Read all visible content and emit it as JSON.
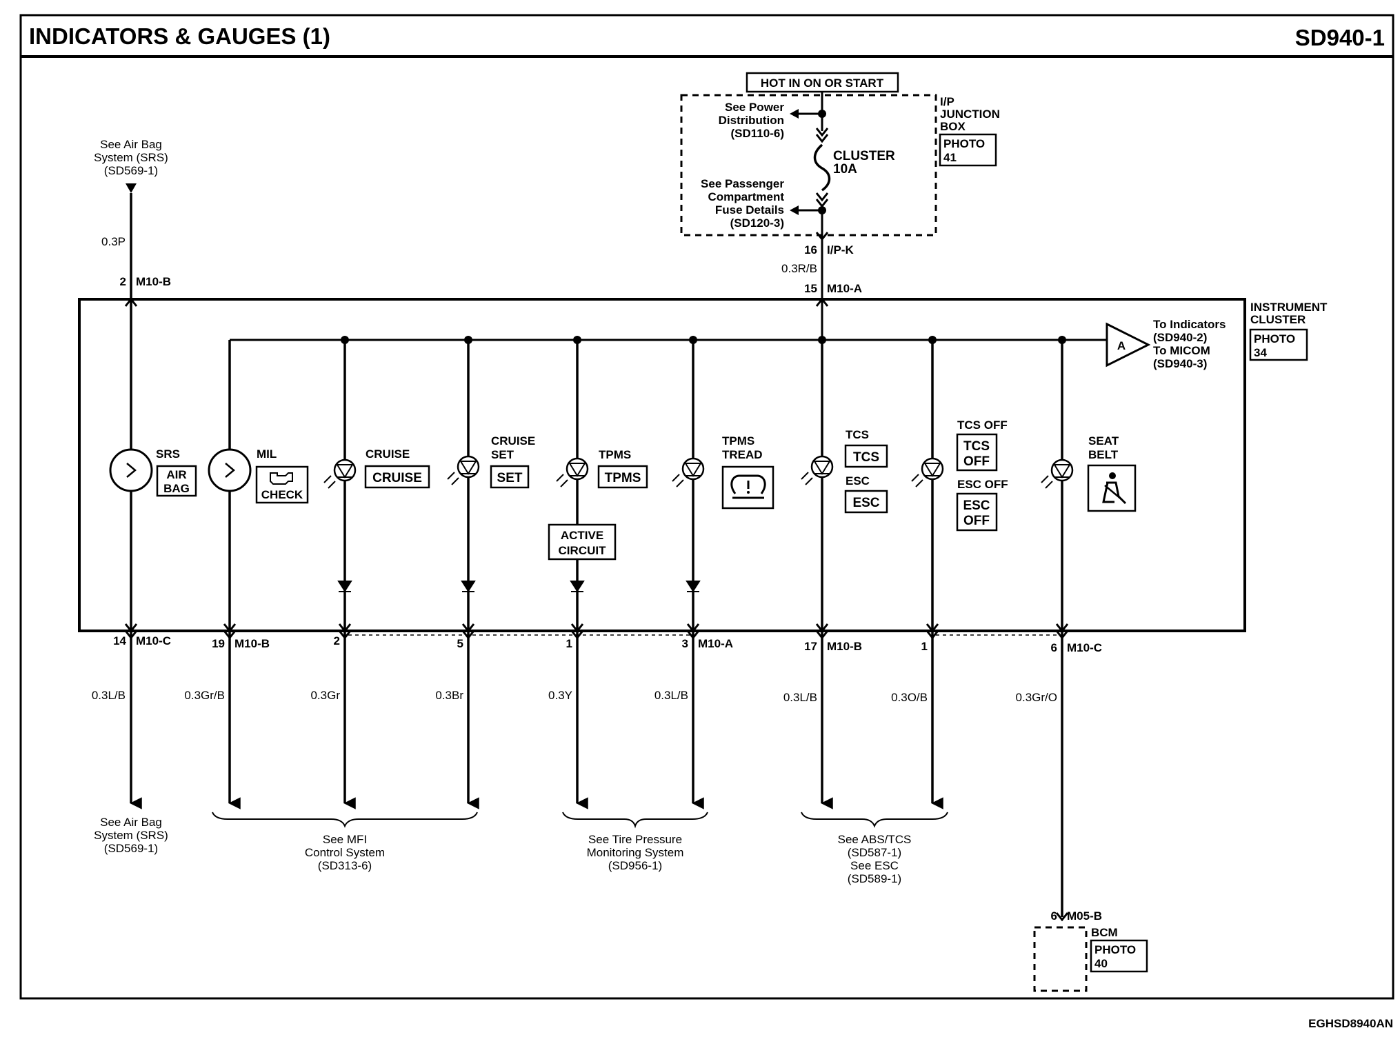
{
  "header": {
    "title": "INDICATORS & GAUGES (1)",
    "page_code": "SD940-1"
  },
  "footer": {
    "drawing_code": "EGHSD8940AN"
  },
  "power": {
    "label": "HOT IN ON OR START",
    "junction_box": [
      "I/P",
      "JUNCTION",
      "BOX"
    ],
    "junction_photo": [
      "PHOTO",
      "41"
    ],
    "power_dist": [
      "See Power",
      "Distribution",
      "(SD110-6)"
    ],
    "fuse": [
      "CLUSTER",
      "10A"
    ],
    "passenger": [
      "See Passenger",
      "Compartment",
      "Fuse Details",
      "(SD120-3)"
    ],
    "out_pin": "16",
    "out_conn": "I/P-K",
    "out_wire": "0.3R/B",
    "in_pin": "15",
    "in_conn": "M10-A"
  },
  "cluster": {
    "label": [
      "INSTRUMENT",
      "CLUSTER"
    ],
    "photo": [
      "PHOTO",
      "34"
    ],
    "to_text": [
      "To Indicators",
      "(SD940-2)",
      "To MICOM",
      "(SD940-3)"
    ],
    "a_marker": "A"
  },
  "srs_in": {
    "note": [
      "See Air Bag",
      "System (SRS)",
      "(SD569-1)"
    ],
    "wire": "0.3P",
    "pin": "2",
    "conn": "M10-B"
  },
  "indicators": {
    "srs": {
      "label": "SRS",
      "box": [
        "AIR",
        "BAG"
      ]
    },
    "mil": {
      "label": "MIL",
      "box": "CHECK"
    },
    "cruise": {
      "label": "CRUISE",
      "box": "CRUISE"
    },
    "cruise_set": {
      "label": [
        "CRUISE",
        "SET"
      ],
      "box": "SET"
    },
    "tpms": {
      "label": "TPMS",
      "box": "TPMS",
      "active": [
        "ACTIVE",
        "CIRCUIT"
      ]
    },
    "tpms_tread": {
      "label": [
        "TPMS",
        "TREAD"
      ]
    },
    "tcs": {
      "label": "TCS",
      "box": "TCS",
      "label2": "ESC",
      "box2": "ESC"
    },
    "tcs_off": {
      "label": "TCS OFF",
      "box": [
        "TCS",
        "OFF"
      ],
      "label2": "ESC OFF",
      "box2": [
        "ESC",
        "OFF"
      ]
    },
    "seat_belt": {
      "label": [
        "SEAT",
        "BELT"
      ]
    }
  },
  "bottom_pins": [
    {
      "pin": "14",
      "conn": "M10-C",
      "wire": "0.3L/B"
    },
    {
      "pin": "19",
      "conn": "M10-B",
      "wire": "0.3Gr/B"
    },
    {
      "pin": "2",
      "conn": "",
      "wire": "0.3Gr"
    },
    {
      "pin": "5",
      "conn": "",
      "wire": "0.3Br"
    },
    {
      "pin": "1",
      "conn": "",
      "wire": "0.3Y"
    },
    {
      "pin": "3",
      "conn": "M10-A",
      "wire": "0.3L/B"
    },
    {
      "pin": "17",
      "conn": "M10-B",
      "wire": "0.3L/B"
    },
    {
      "pin": "1",
      "conn": "",
      "wire": "0.3O/B"
    },
    {
      "pin": "6",
      "conn": "M10-C",
      "wire": "0.3Gr/O"
    }
  ],
  "destinations": {
    "airbag": [
      "See Air Bag",
      "System (SRS)",
      "(SD569-1)"
    ],
    "mfi": [
      "See MFI",
      "Control System",
      "(SD313-6)"
    ],
    "tpms": [
      "See Tire Pressure",
      "Monitoring System",
      "(SD956-1)"
    ],
    "abs": [
      "See ABS/TCS",
      "(SD587-1)",
      "See ESC",
      "(SD589-1)"
    ]
  },
  "bcm": {
    "pin": "6",
    "conn": "M05-B",
    "label": "BCM",
    "photo": [
      "PHOTO",
      "40"
    ]
  }
}
